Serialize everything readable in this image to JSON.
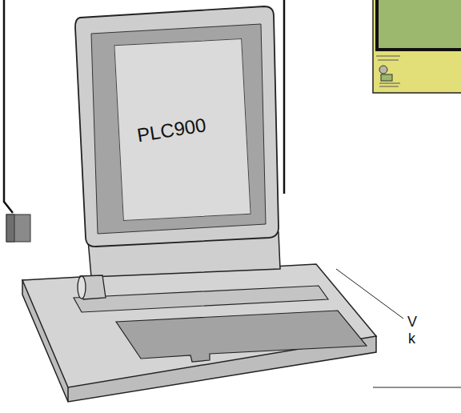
{
  "diagram": {
    "nodes": [
      {
        "text": [
          "PLC900"
        ]
      }
    ],
    "labels": [
      "V",
      "k"
    ]
  }
}
